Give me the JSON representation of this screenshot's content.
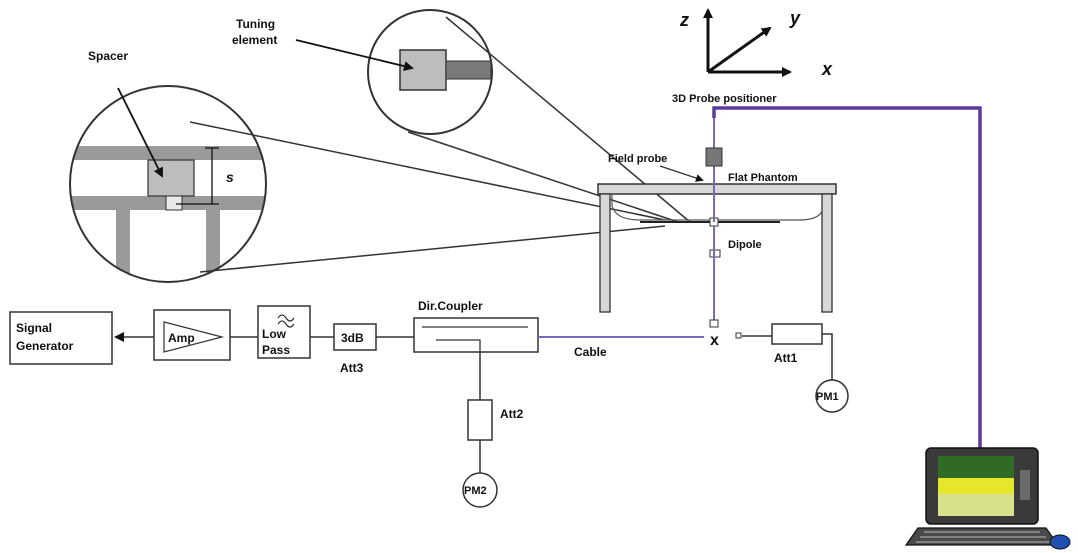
{
  "labels": {
    "tuning_element_line1": "Tuning",
    "tuning_element_line2": "element",
    "spacer": "Spacer",
    "spacing_symbol": "s",
    "probe_positioner": "3D Probe positioner",
    "field_probe": "Field probe",
    "flat_phantom": "Flat Phantom",
    "dipole": "Dipole",
    "signal_generator_line1": "Signal",
    "signal_generator_line2": "Generator",
    "amp": "Amp",
    "low_pass_line1": "Low",
    "low_pass_line2": "Pass",
    "attenuator_3db": "3dB",
    "att3": "Att3",
    "dir_coupler": "Dir.Coupler",
    "cable": "Cable",
    "junction": "x",
    "att1": "Att1",
    "pm1": "PM1",
    "att2": "Att2",
    "pm2": "PM2"
  },
  "axes": {
    "z": "z",
    "y": "y",
    "x": "x"
  },
  "colors": {
    "line": "#333333",
    "cable": "#5b3a9a",
    "component_fill": "#bdbdbd",
    "screen_green": "#2f6b25",
    "screen_yellow": "#e6e62a",
    "screen_light": "#d8e08a"
  },
  "icons": [
    "computer-icon",
    "mouse-icon",
    "power-meter-icon"
  ]
}
